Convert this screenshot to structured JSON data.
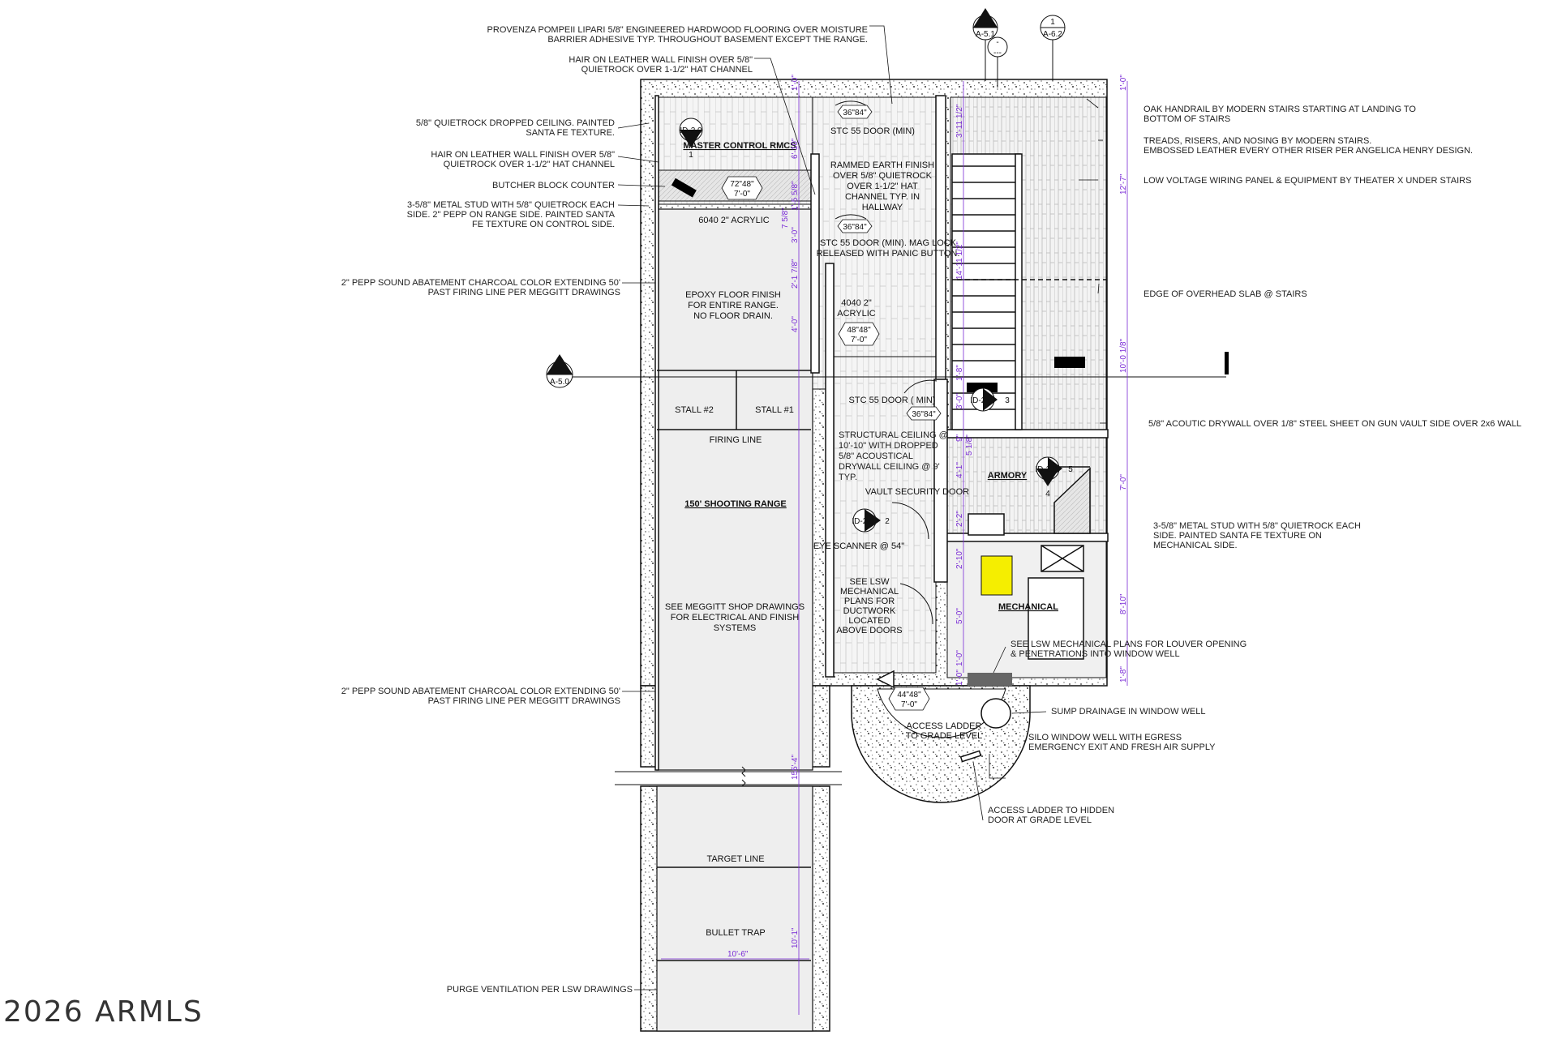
{
  "watermark": "2026 ARMLS",
  "rooms": {
    "master_control": "MASTER CONTROL RMCS",
    "shooting_range": "150' SHOOTING RANGE",
    "armory": "ARMORY",
    "mechanical": "MECHANICAL"
  },
  "range_labels": {
    "stall_2": "STALL #2",
    "stall_1": "STALL #1",
    "firing_line": "FIRING LINE",
    "target_line": "TARGET LINE",
    "bullet_trap": "BULLET TRAP",
    "acrylic_6040": "6040 2\" ACRYLIC",
    "epoxy_1": "EPOXY FLOOR FINISH",
    "epoxy_2": "FOR ENTIRE RANGE.",
    "epoxy_3": "NO FLOOR DRAIN.",
    "meggitt_1": "SEE MEGGITT SHOP DRAWINGS",
    "meggitt_2": "FOR ELECTRICAL AND FINISH",
    "meggitt_3": "SYSTEMS"
  },
  "interior_notes": {
    "stc_door_1": "STC 55 DOOR (MIN)",
    "rammed_1": "RAMMED EARTH FINISH",
    "rammed_2": "OVER 5/8\" QUIETROCK",
    "rammed_3": "OVER 1-1/2\" HAT",
    "rammed_4": "CHANNEL TYP. IN",
    "rammed_5": "HALLWAY",
    "stc_door_2a": "STC 55 DOOR (MIN). MAG LOCK",
    "stc_door_2b": "RELEASED WITH PANIC BUTTON.",
    "acrylic_4040a": "4040 2\"",
    "acrylic_4040b": "ACRYLIC",
    "stc_door_3": "STC 55 DOOR ( MIN)",
    "struct_1": "STRUCTURAL CEILING @",
    "struct_2": "10'-10\" WITH DROPPED",
    "struct_3": "5/8\" ACOUSTICAL",
    "struct_4": "DRYWALL CEILING @ 9'",
    "struct_5": "TYP.",
    "vault_door": "VAULT SECURITY DOOR",
    "eye_scanner": "EYE SCANNER @ 54\"",
    "lsw_1": "SEE LSW",
    "lsw_2": "MECHANICAL",
    "lsw_3": "PLANS FOR",
    "lsw_4": "DUCTWORK",
    "lsw_5": "LOCATED",
    "lsw_6": "ABOVE DOORS",
    "ladder_1": "ACCESS LADDER",
    "ladder_2": "TO GRADE LEVEL"
  },
  "door_tags": {
    "d1": "36\"84\"",
    "d2": "36\"84\"",
    "d3": "36\"84\"",
    "c1a": "72\"48\"",
    "c1b": "7'-0\"",
    "c2a": "48\"48\"",
    "c2b": "7'-0\"",
    "c3a": "44\"48\"",
    "c3b": "7'-0\""
  },
  "section_tags": {
    "t1_num": "1",
    "t1_ref": "A-5.1",
    "t2_num": "1",
    "t2_ref": "A-6.2",
    "t3_num": "2",
    "t3_ref": "A-5.0",
    "t4_num": "-",
    "t4_ref": "---"
  },
  "detail_tags": {
    "id1": "ID-2.0",
    "id1_num": "1",
    "id2": "ID-2.0",
    "id2_num": "2",
    "id3": "ID-2.0",
    "id3_num": "3",
    "id5": "ID-2.0",
    "id5_num": "5",
    "id4_num": "4"
  },
  "left_notes": {
    "n1a": "5/8\" QUIETROCK DROPPED CEILING. PAINTED",
    "n1b": "SANTA FE TEXTURE.",
    "n2a": "HAIR ON LEATHER WALL FINISH OVER 5/8\"",
    "n2b": "QUIETROCK OVER 1-1/2\" HAT CHANNEL",
    "n3": "BUTCHER BLOCK COUNTER",
    "n4a": "3-5/8\" METAL STUD WITH 5/8\" QUIETROCK EACH",
    "n4b": "SIDE. 2\" PEPP ON RANGE SIDE. PAINTED SANTA",
    "n4c": "FE TEXTURE ON CONTROL SIDE.",
    "n5a": "2\" PEPP SOUND ABATEMENT CHARCOAL COLOR EXTENDING 50'",
    "n5b": "PAST FIRING LINE PER MEGGITT DRAWINGS",
    "n6a": "2\" PEPP SOUND ABATEMENT CHARCOAL COLOR EXTENDING 50'",
    "n6b": "PAST FIRING LINE PER MEGGITT DRAWINGS",
    "n7": "PURGE VENTILATION PER LSW DRAWINGS"
  },
  "top_notes": {
    "t1a": "PROVENZA POMPEII LIPARI 5/8\" ENGINEERED HARDWOOD FLOORING OVER MOISTURE",
    "t1b": "BARRIER ADHESIVE TYP. THROUGHOUT BASEMENT EXCEPT THE RANGE.",
    "t2a": "HAIR ON LEATHER WALL FINISH OVER 5/8\"",
    "t2b": "QUIETROCK OVER 1-1/2\" HAT CHANNEL"
  },
  "right_notes": {
    "r1a": "OAK HANDRAIL BY MODERN STAIRS STARTING AT LANDING TO",
    "r1b": "BOTTOM OF STAIRS",
    "r2a": "TREADS, RISERS, AND NOSING BY MODERN STAIRS.",
    "r2b": "EMBOSSED LEATHER EVERY OTHER RISER PER ANGELICA HENRY DESIGN.",
    "r3": "LOW VOLTAGE WIRING PANEL & EQUIPMENT BY THEATER X UNDER STAIRS",
    "r4": "EDGE OF OVERHEAD SLAB @ STAIRS",
    "r5": "5/8\" ACOUTIC DRYWALL OVER 1/8\" STEEL SHEET ON GUN VAULT SIDE OVER 2x6 WALL",
    "r6a": "3-5/8\" METAL STUD WITH 5/8\" QUIETROCK EACH",
    "r6b": "SIDE. PAINTED SANTA FE TEXTURE ON",
    "r6c": "MECHANICAL SIDE.",
    "r7a": "SEE LSW MECHANICAL PLANS FOR LOUVER OPENING",
    "r7b": "& PENETRATIONS INTO WINDOW WELL",
    "r8": "SUMP DRAINAGE IN WINDOW WELL",
    "r9a": "SILO WINDOW WELL WITH EGRESS",
    "r9b": "EMERGENCY EXIT AND FRESH AIR SUPPLY",
    "r10a": "ACCESS LADDER TO HIDDEN",
    "r10b": "DOOR AT GRADE LEVEL"
  },
  "dimensions": {
    "d1": "1'-0\"",
    "d2": "6'-10\"",
    "d3": "1'-5 5/8\"",
    "d4": "7 5/8\"",
    "d5": "3'-0\"",
    "d6": "2'-1 7/8\"",
    "d7": "4'-0\"",
    "d8": "155'-4\"",
    "d9": "10'-1\"",
    "d10": "10'-6\"",
    "d11": "3'-11 1/2\"",
    "d12": "14'-11 1/2\"",
    "d13": "1'-8\"",
    "d14": "3'-0\"",
    "d15": "9\"",
    "d16": "4'-1\"",
    "d17": "5 1/8\"",
    "d18": "2'-2\"",
    "d19": "2'-10\"",
    "d20": "5'-0\"",
    "d21": "1'-0\"",
    "d22": "1'-0\"",
    "d23": "12'-7\"",
    "d24": "10'-0 1/8\"",
    "d25": "7'-0\"",
    "d26": "8'-10\"",
    "d27": "1'-8\"",
    "d28": "1'-0\""
  },
  "colors": {
    "dimension": "#7a2bd6",
    "mechanical_unit": "#f5ee00",
    "range_floor": "#eeeeee",
    "wood_floor": "#f4f4f4",
    "line": "#111111"
  }
}
